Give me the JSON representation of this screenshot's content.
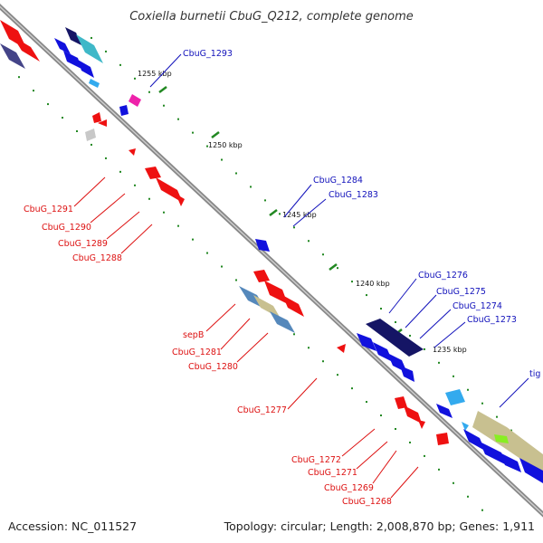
{
  "title": "Coxiella burnetii CbuG_Q212, complete genome",
  "footer": {
    "accession": "Accession: NC_011527",
    "topology": "Topology: circular; Length: 2,008,870 bp; Genes: 1,911"
  },
  "ticks": [
    "1255 kbp",
    "1250 kbp",
    "1245 kbp",
    "1240 kbp",
    "1235 kbp"
  ],
  "labels_forward": [
    "CbuG_1291",
    "CbuG_1290",
    "CbuG_1289",
    "CbuG_1288",
    "sepB",
    "CbuG_1281",
    "CbuG_1280",
    "CbuG_1277",
    "CbuG_1272",
    "CbuG_1271",
    "CbuG_1269",
    "CbuG_1268"
  ],
  "labels_reverse": [
    "CbuG_1293",
    "CbuG_1284",
    "CbuG_1283",
    "CbuG_1276",
    "CbuG_1275",
    "CbuG_1274",
    "CbuG_1273",
    "tig"
  ],
  "colors": {
    "forward": "#ee1111",
    "reverse": "#1111dd",
    "backbone": "#888888",
    "gc_dots": "#228822",
    "gray_block": "#c8c8c8",
    "teal": "#3fb8c8",
    "navy": "#151565",
    "steel": "#5588bb",
    "khaki": "#c8c090",
    "cyan": "#33aaee",
    "magenta": "#ee22aa",
    "lime": "#88ee22",
    "slate": "#444488"
  }
}
